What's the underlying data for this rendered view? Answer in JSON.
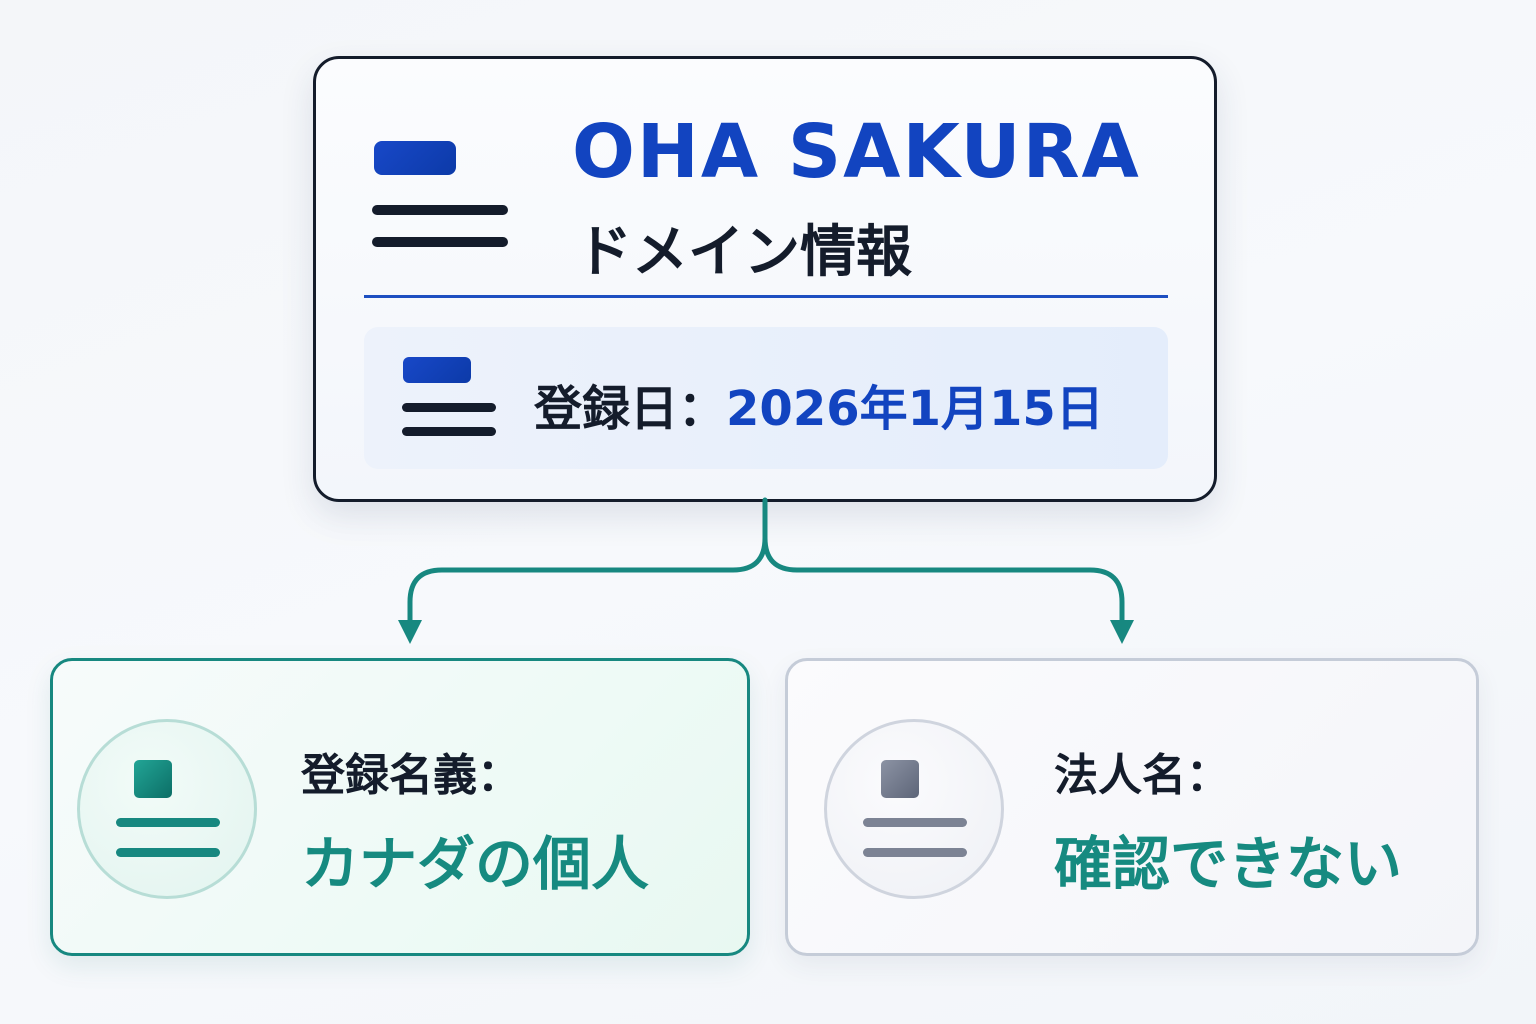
{
  "domain_info": {
    "title_en": "OHA SAKURA",
    "title_ja": "ドメイン情報",
    "registration_label": "登録日：",
    "registration_date": "2026年1月15日"
  },
  "registrant": {
    "label": "登録名義：",
    "value": "カナダの個人"
  },
  "corporate": {
    "label": "法人名：",
    "value": "確認できない"
  },
  "colors": {
    "accent_blue": "#1244c0",
    "accent_teal": "#168a80",
    "text_dark": "#141c2b",
    "neutral_gray": "#7c8394"
  },
  "icons": {
    "domain_doc": "document-lines-icon",
    "date_doc": "document-lines-icon",
    "registrant_avatar": "person-profile-icon",
    "corporate_avatar": "person-profile-icon"
  }
}
